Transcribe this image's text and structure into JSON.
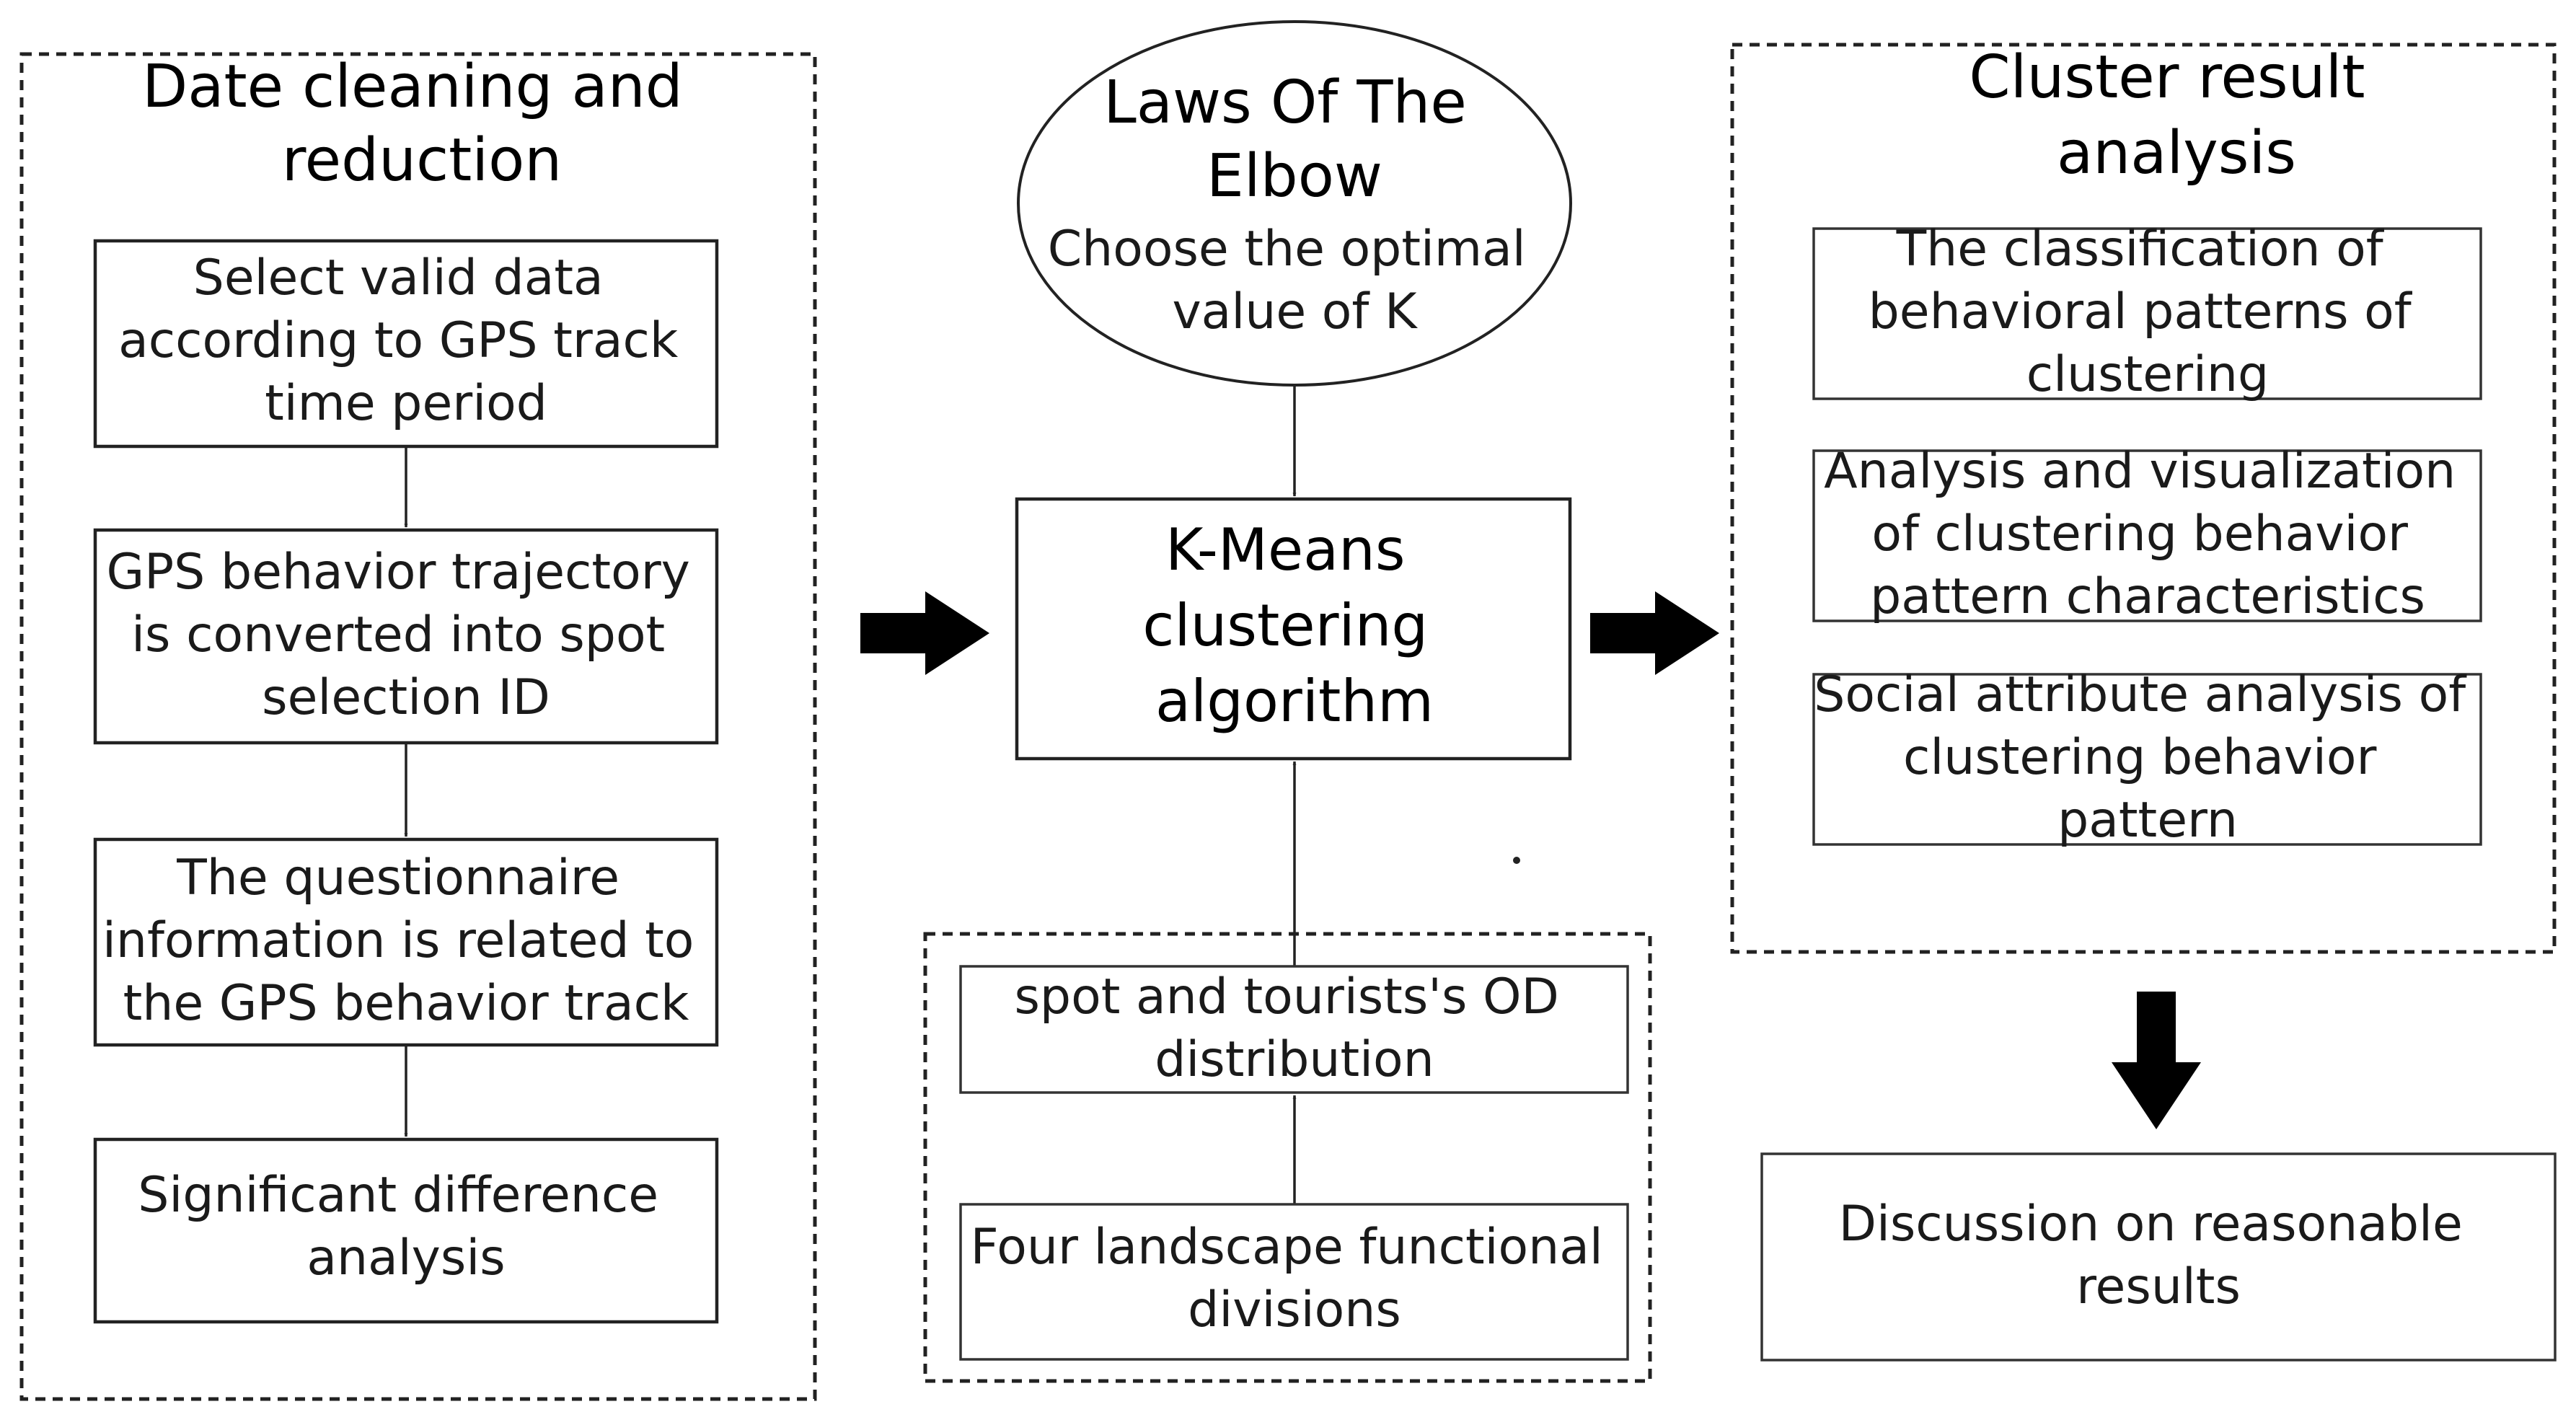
{
  "left_group": {
    "title": [
      "Date cleaning and",
      "reduction"
    ],
    "steps": [
      [
        "Select valid data",
        "according to GPS track",
        "time period"
      ],
      [
        "GPS behavior trajectory",
        "is converted into spot",
        "selection ID"
      ],
      [
        "The questionnaire",
        "information is related to",
        "the GPS behavior track"
      ],
      [
        "Significant difference",
        "analysis"
      ]
    ]
  },
  "elbow": {
    "title": [
      "Laws Of The",
      "Elbow"
    ],
    "subtitle": [
      "Choose the optimal",
      "value of K"
    ]
  },
  "kmeans": {
    "label": [
      "K-Means",
      "clustering",
      "algorithm"
    ]
  },
  "bottom_group": {
    "steps": [
      [
        "spot and tourists's OD",
        "distribution"
      ],
      [
        "Four landscape functional",
        "divisions"
      ]
    ]
  },
  "right_group": {
    "title": [
      "Cluster result",
      "analysis"
    ],
    "steps": [
      [
        "The classification of",
        "behavioral patterns of",
        "clustering"
      ],
      [
        "Analysis and visualization",
        "of clustering behavior",
        "pattern characteristics"
      ],
      [
        "Social attribute analysis of",
        "clustering behavior",
        "pattern"
      ]
    ]
  },
  "result": {
    "label": [
      "Discussion on reasonable",
      "results"
    ]
  }
}
